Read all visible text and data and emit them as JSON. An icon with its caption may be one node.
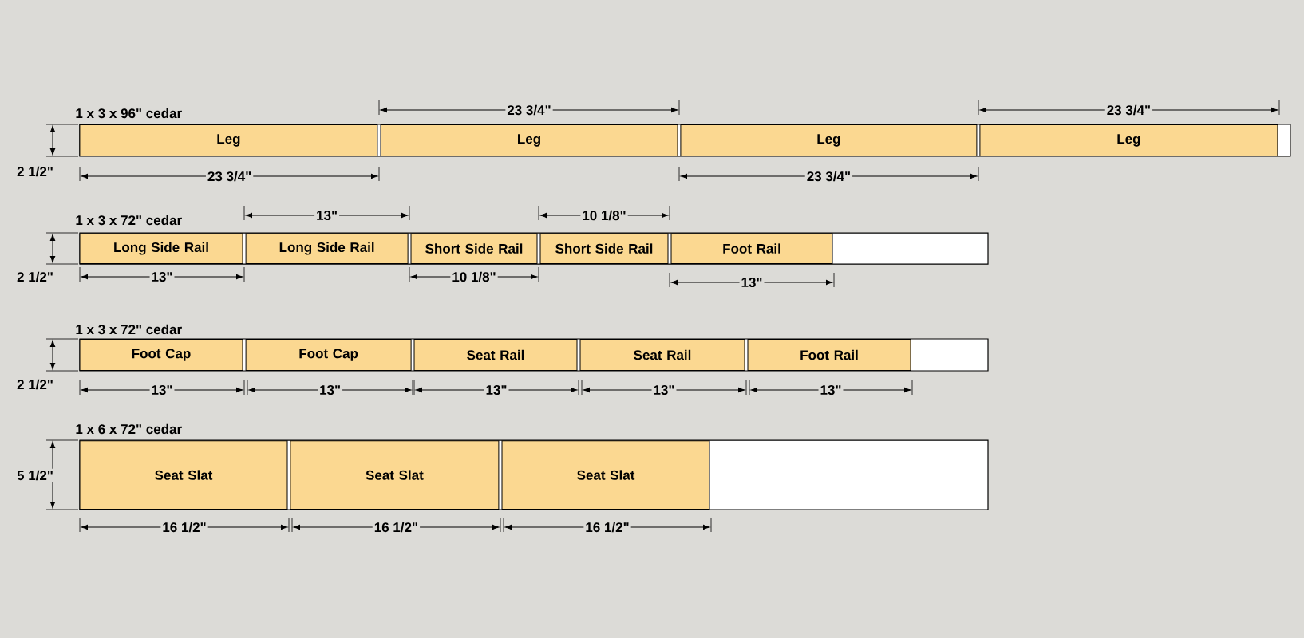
{
  "diagram": {
    "nodes": [
      {
        "text": [
          "1 x 3 x 96\" cedar"
        ]
      },
      {
        "text": [
          "Leg"
        ],
        "in": 0
      },
      {
        "text": [
          "Leg"
        ],
        "in": 0
      },
      {
        "text": [
          "Leg"
        ],
        "in": 0
      },
      {
        "text": [
          "Leg"
        ],
        "in": 0
      },
      {
        "text": [
          "1 x 3 x 72\" cedar"
        ]
      },
      {
        "text": [
          "Long Side Rail"
        ],
        "in": 5
      },
      {
        "text": [
          "Long Side Rail"
        ],
        "in": 5
      },
      {
        "text": [
          "Short Side Rail"
        ],
        "in": 5
      },
      {
        "text": [
          "Short Side Rail"
        ],
        "in": 5
      },
      {
        "text": [
          "Foot Rail"
        ],
        "in": 5
      },
      {
        "text": [
          "1 x 3 x 72\" cedar"
        ]
      },
      {
        "text": [
          "Foot Cap"
        ],
        "in": 11
      },
      {
        "text": [
          "Foot Cap"
        ],
        "in": 11
      },
      {
        "text": [
          "Seat Rail"
        ],
        "in": 11
      },
      {
        "text": [
          "Seat Rail"
        ],
        "in": 11
      },
      {
        "text": [
          "Foot Rail"
        ],
        "in": 11
      },
      {
        "text": [
          "1 x 6 x 72\" cedar"
        ]
      },
      {
        "text": [
          "Seat Slat"
        ],
        "in": 17
      },
      {
        "text": [
          "Seat Slat"
        ],
        "in": 17
      },
      {
        "text": [
          "Seat Slat"
        ],
        "in": 17
      }
    ],
    "labels": [
      "23 3/4\"",
      "23 3/4\"",
      "2 1/2\"",
      "23 3/4\"",
      "23 3/4\"",
      "13\"",
      "10 1/8\"",
      "2 1/2\"",
      "13\"",
      "10 1/8\"",
      "13\"",
      "2 1/2\"",
      "13\"",
      "13\"",
      "13\"",
      "13\"",
      "13\"",
      "5 1/2\"",
      "16 1/2\"",
      "16 1/2\"",
      "16 1/2\""
    ]
  }
}
